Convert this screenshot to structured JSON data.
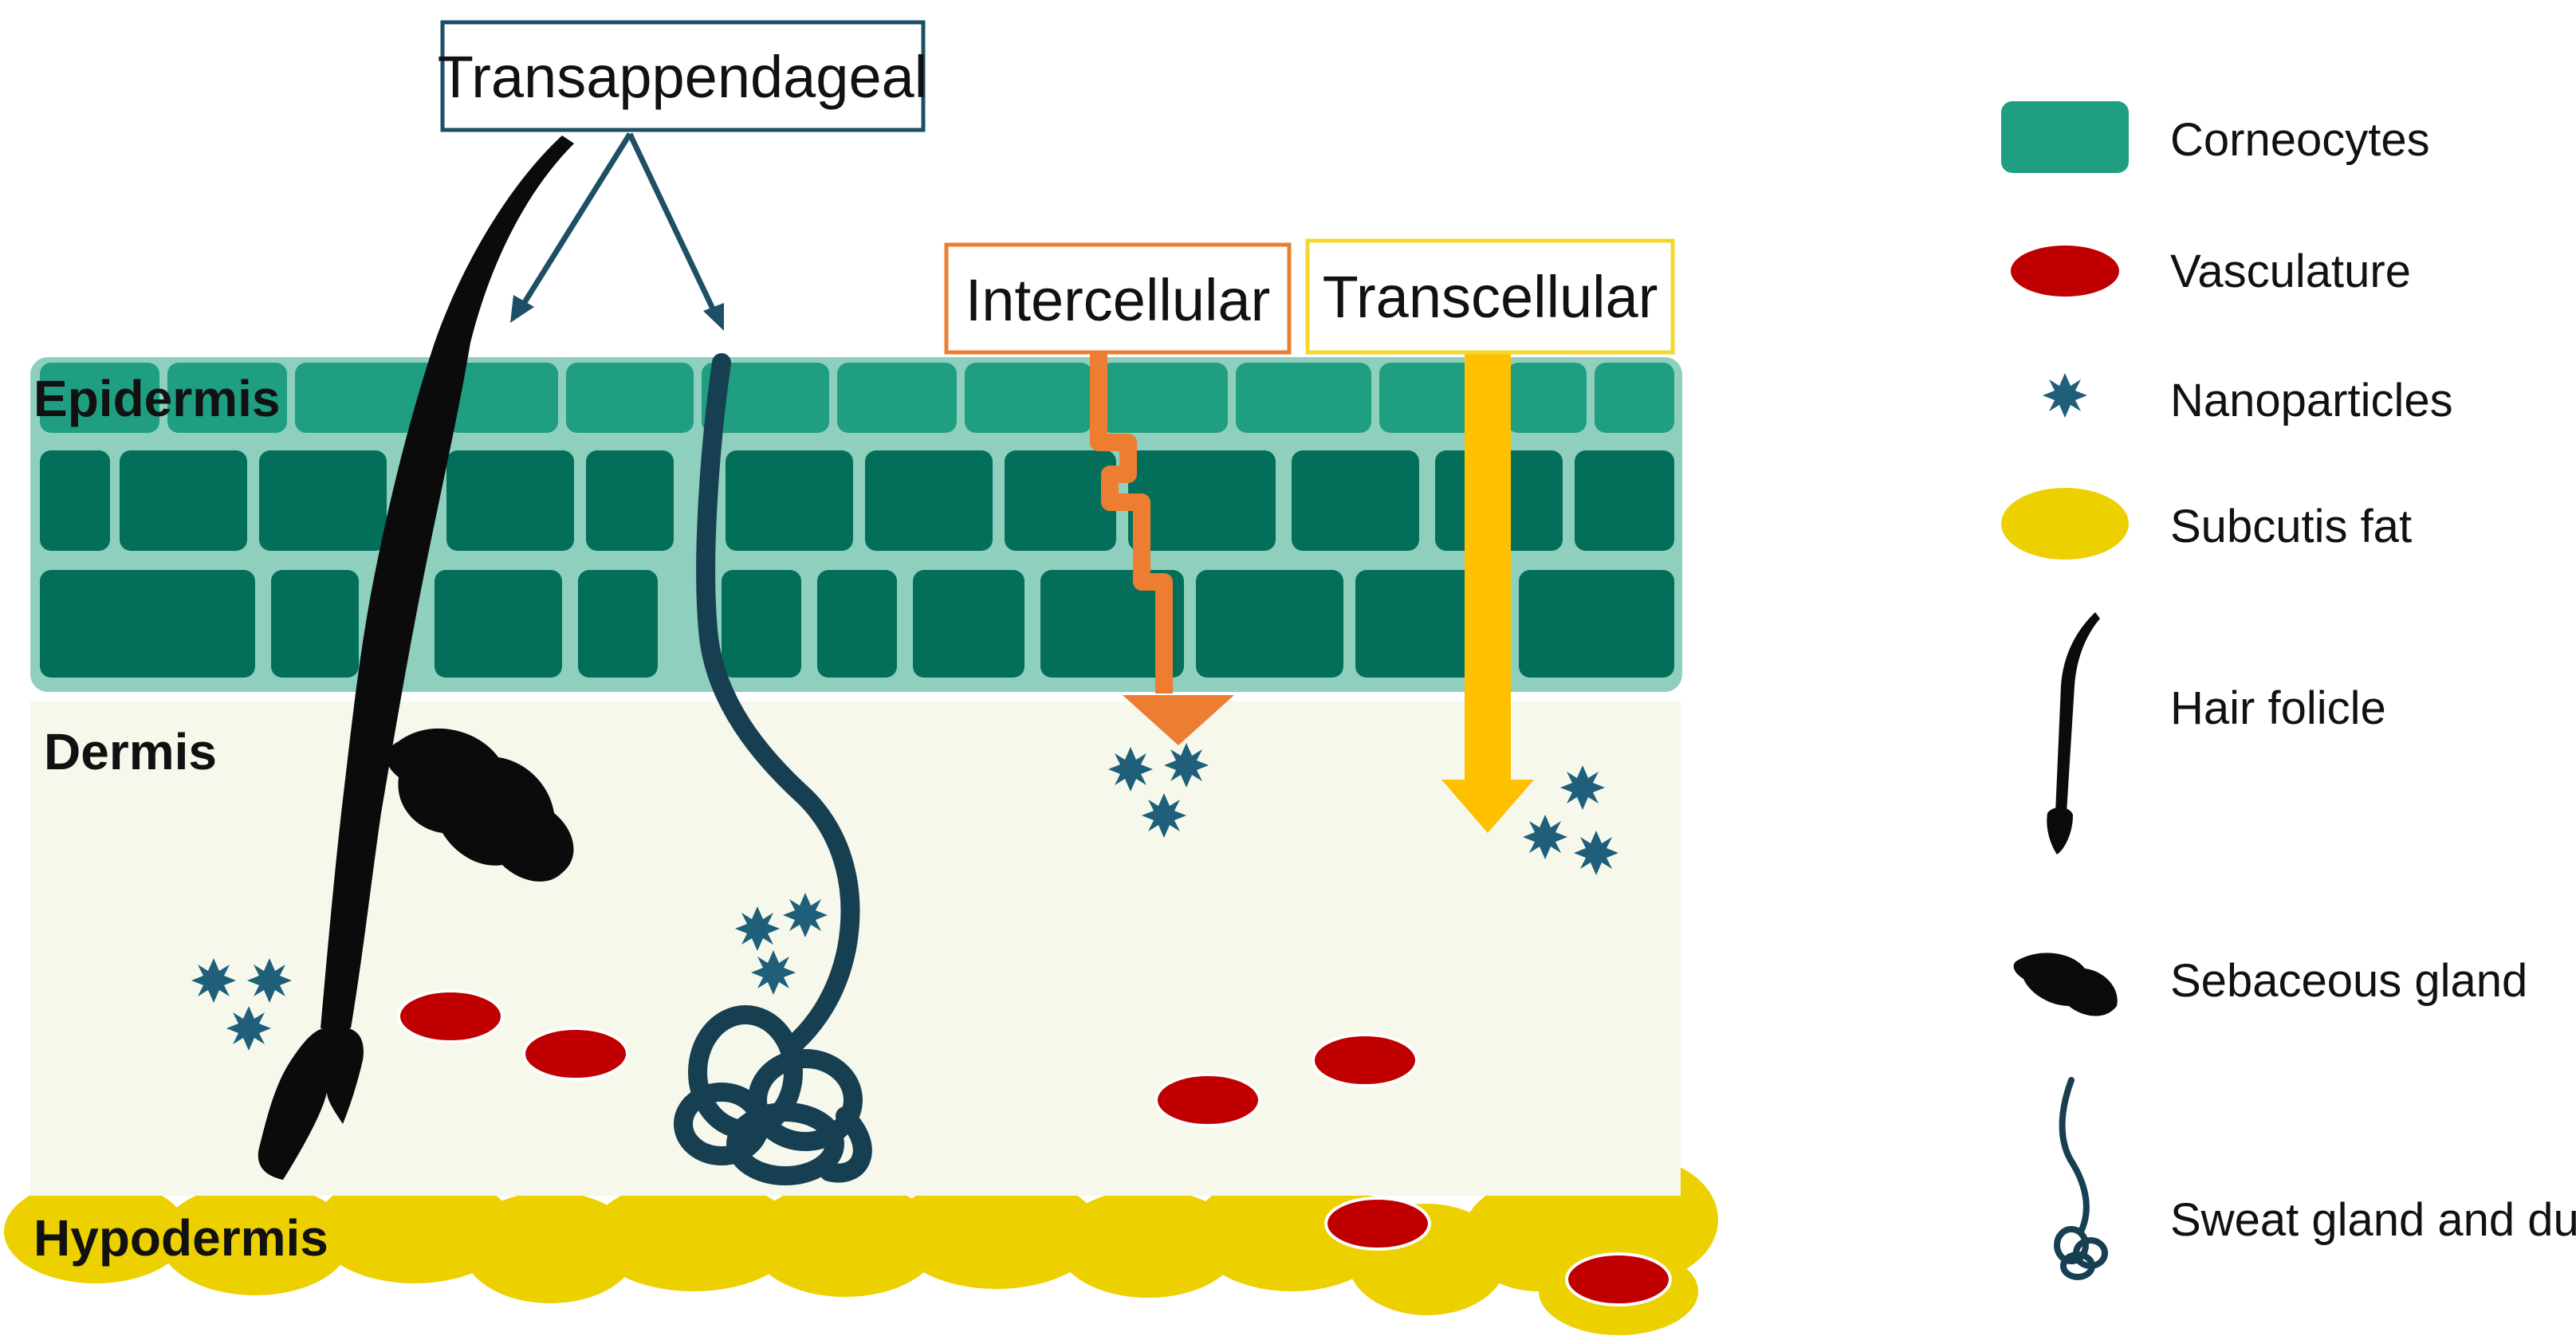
{
  "layers": {
    "epidermis": "Epidermis",
    "dermis": "Dermis",
    "hypodermis": "Hypodermis"
  },
  "routes": {
    "transappendageal": "Transappendageal",
    "intercellular": "Intercellular",
    "transcellular": "Transcellular"
  },
  "legend": [
    {
      "key": "corneocytes",
      "label": "Corneocytes",
      "icon": "corneocyte-icon"
    },
    {
      "key": "vasculature",
      "label": "Vasculature",
      "icon": "vessel-icon"
    },
    {
      "key": "nanoparticles",
      "label": "Nanoparticles",
      "icon": "nanoparticle-icon"
    },
    {
      "key": "subcutis_fat",
      "label": "Subcutis fat",
      "icon": "fat-cell-icon"
    },
    {
      "key": "hair_folicle",
      "label": "Hair folicle",
      "icon": "hair-follicle-icon"
    },
    {
      "key": "sebaceous_gland",
      "label": "Sebaceous gland",
      "icon": "sebaceous-gland-icon"
    },
    {
      "key": "sweat_gland",
      "label": "Sweat gland and duct",
      "icon": "sweat-gland-icon"
    }
  ],
  "colors": {
    "corneocyte": "#036f5b",
    "corneocyte_top": "#1f9e82",
    "epidermis_bg": "#8fcfbd",
    "dermis_bg": "#f6f8ec",
    "fat": "#ecd000",
    "vessel": "#c00000",
    "nanoparticle": "#1f5f7a",
    "hair": "#0b0b0b",
    "sweat": "#173f52",
    "transappendageal_border": "#1d4f66",
    "intercellular": "#ed7d31",
    "transcellular": "#ffc000",
    "transcellular_border": "#f5d630"
  }
}
